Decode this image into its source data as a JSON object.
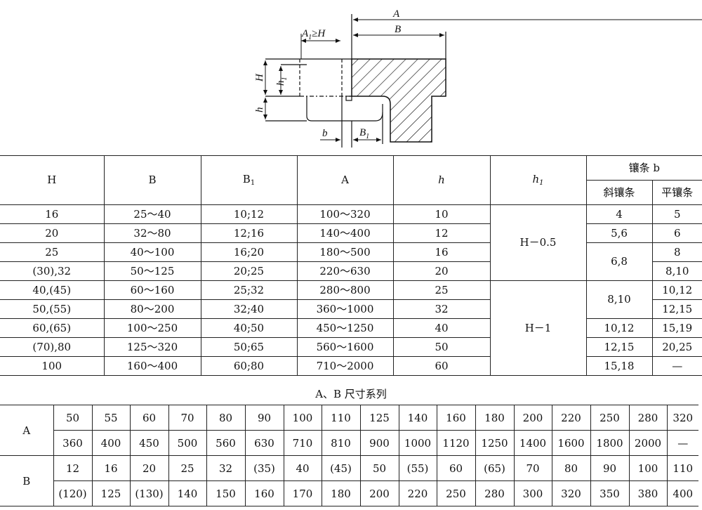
{
  "diagram": {
    "labels": {
      "A": "A",
      "B": "B",
      "A1_geq_H": "A1≥H",
      "H": "H",
      "h1": "h1",
      "h": "h",
      "b": "b",
      "B1": "B1"
    }
  },
  "main_table": {
    "headers": {
      "H": "H",
      "B": "B",
      "B1": "B1",
      "A": "A",
      "h": "h",
      "h1": "h1",
      "strip_b": "镶条 b",
      "oblique": "斜镶条",
      "flat": "平镶条"
    },
    "rows": [
      {
        "H": "16",
        "B": "25～40",
        "B1": "10;12",
        "A": "100～320",
        "h": "10"
      },
      {
        "H": "20",
        "B": "32～80",
        "B1": "12;16",
        "A": "140～400",
        "h": "12"
      },
      {
        "H": "25",
        "B": "40～100",
        "B1": "16;20",
        "A": "180～500",
        "h": "16"
      },
      {
        "H": "(30),32",
        "B": "50～125",
        "B1": "20;25",
        "A": "220～630",
        "h": "20"
      },
      {
        "H": "40,(45)",
        "B": "60～160",
        "B1": "25;32",
        "A": "280～800",
        "h": "25"
      },
      {
        "H": "50,(55)",
        "B": "80～200",
        "B1": "32;40",
        "A": "360～1000",
        "h": "32"
      },
      {
        "H": "60,(65)",
        "B": "100～250",
        "B1": "40;50",
        "A": "450～1250",
        "h": "40"
      },
      {
        "H": "(70),80",
        "B": "125～320",
        "B1": "50;65",
        "A": "560～1600",
        "h": "50"
      },
      {
        "H": "100",
        "B": "160～400",
        "B1": "60;80",
        "A": "710～2000",
        "h": "60"
      }
    ],
    "h1_groups": [
      "H－0.5",
      "H－1"
    ],
    "oblique": [
      "4",
      "5,6",
      "6,8",
      "8,10",
      "10,12",
      "12,15",
      "15,18"
    ],
    "flat": [
      "5",
      "6",
      "8",
      "8,10",
      "10,12",
      "12,15",
      "15,19",
      "20,25",
      "—"
    ]
  },
  "series": {
    "title": "A、B 尺寸系列",
    "A_label": "A",
    "B_label": "B",
    "A_row1": [
      "50",
      "55",
      "60",
      "70",
      "80",
      "90",
      "100",
      "110",
      "125",
      "140",
      "160",
      "180",
      "200",
      "220",
      "250",
      "280",
      "320"
    ],
    "A_row2": [
      "360",
      "400",
      "450",
      "500",
      "560",
      "630",
      "710",
      "810",
      "900",
      "1000",
      "1120",
      "1250",
      "1400",
      "1600",
      "1800",
      "2000",
      "—"
    ],
    "B_row1": [
      "12",
      "16",
      "20",
      "25",
      "32",
      "(35)",
      "40",
      "(45)",
      "50",
      "(55)",
      "60",
      "(65)",
      "70",
      "80",
      "90",
      "100",
      "110"
    ],
    "B_row2": [
      "(120)",
      "125",
      "(130)",
      "140",
      "150",
      "160",
      "170",
      "180",
      "200",
      "220",
      "250",
      "280",
      "300",
      "320",
      "350",
      "380",
      "400"
    ]
  }
}
